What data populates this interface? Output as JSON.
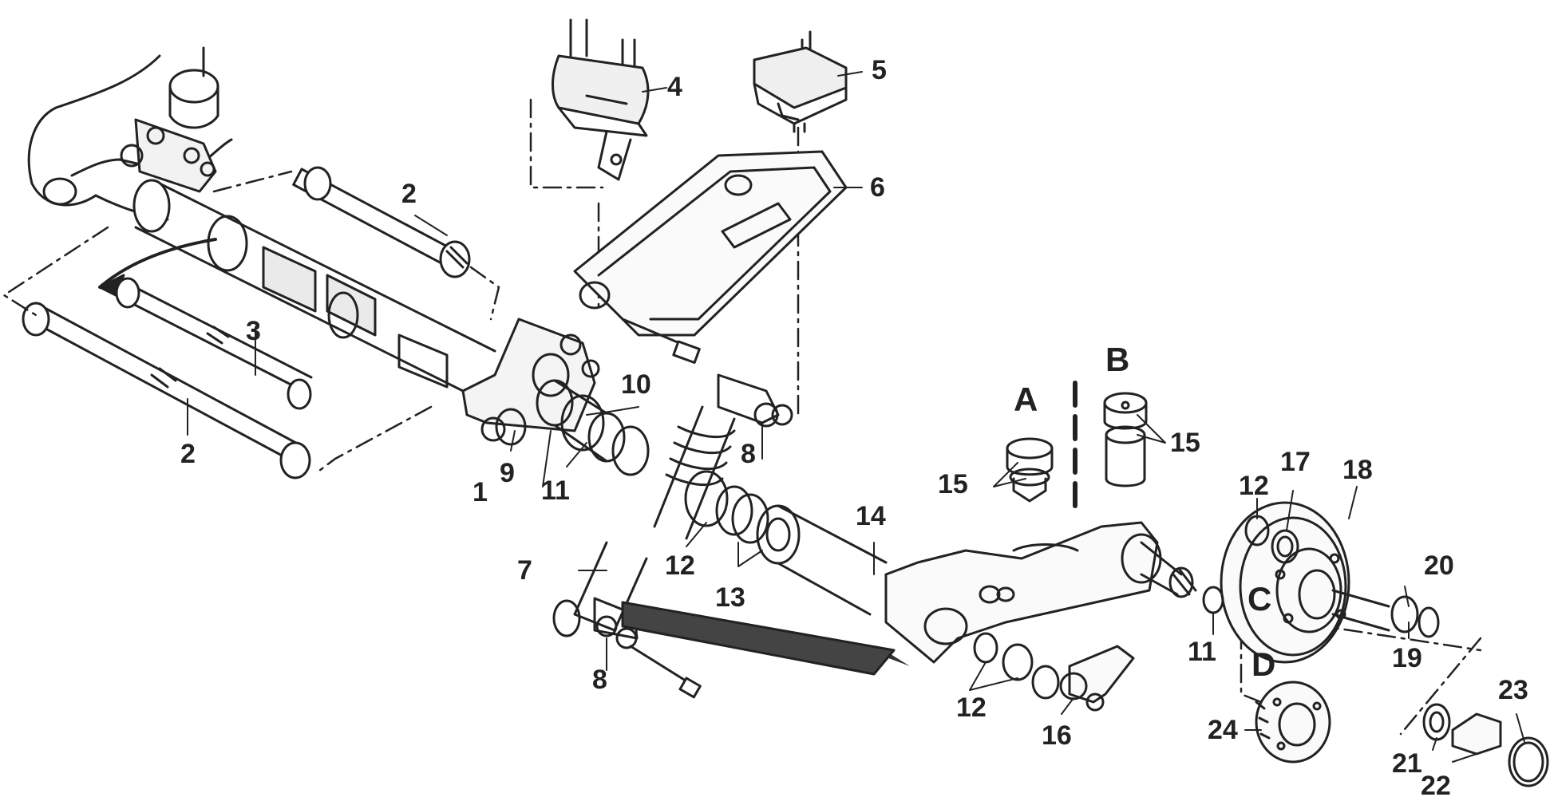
{
  "callouts": {
    "c1": "1",
    "c2a": "2",
    "c2b": "2",
    "c3": "3",
    "c4": "4",
    "c5": "5",
    "c6": "6",
    "c7": "7",
    "c8a": "8",
    "c8b": "8",
    "c9": "9",
    "c10": "10",
    "c11a": "11",
    "c11b": "11",
    "c12a": "12",
    "c12b": "12",
    "c12c": "12",
    "c13": "13",
    "c14": "14",
    "c15a": "15",
    "c15b": "15",
    "c16": "16",
    "c17": "17",
    "c18": "18",
    "c19": "19",
    "c20": "20",
    "c21": "21",
    "c22": "22",
    "c23": "23",
    "c24": "24"
  },
  "sections": {
    "a": "A",
    "b": "B",
    "c": "C",
    "d": "D"
  },
  "colors": {
    "ink": "#222222",
    "paper": "#ffffff",
    "bleed_text": "#c9c9c9",
    "shade": "#e4e4e4"
  }
}
